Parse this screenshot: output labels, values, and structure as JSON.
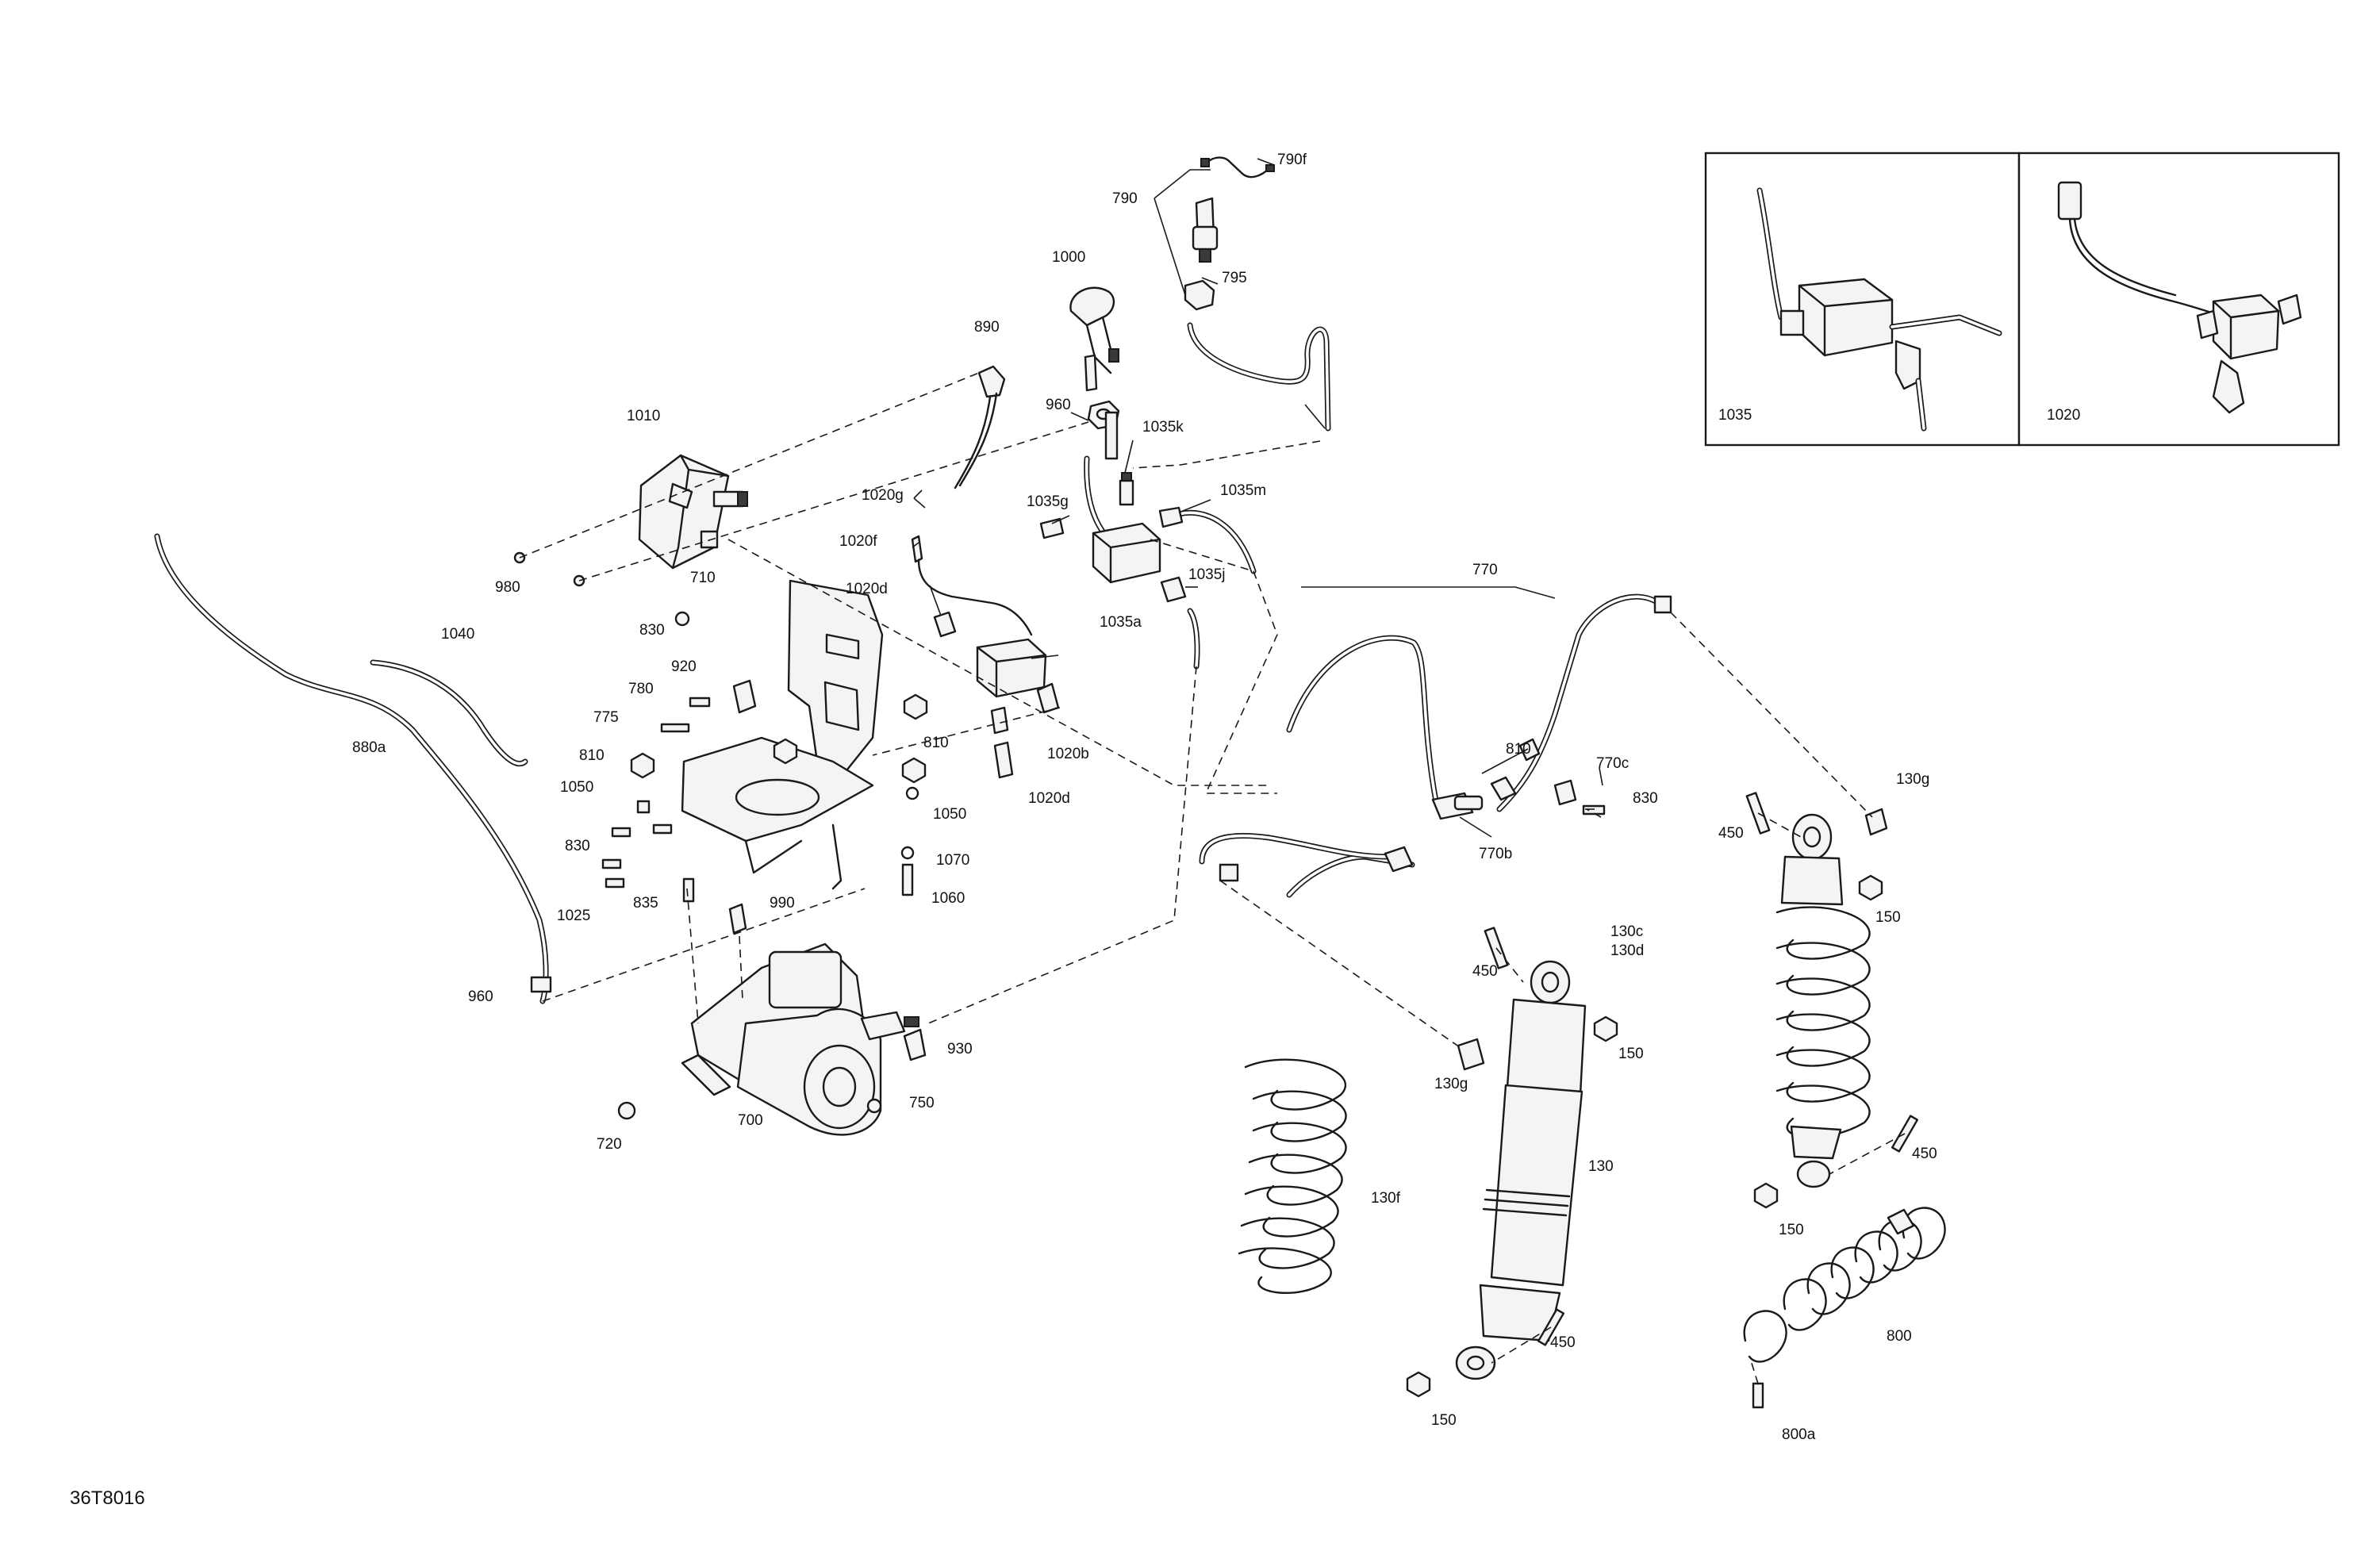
{
  "diagram_code": "36T8016",
  "inset_labels": {
    "left": "1035",
    "right": "1020"
  },
  "callouts": {
    "c790f": "790f",
    "c790": "790",
    "c795": "795",
    "c1000": "1000",
    "c890": "890",
    "c960a": "960",
    "c1035k": "1035k",
    "c1010": "1010",
    "c1020g": "1020g",
    "c1035g": "1035g",
    "c1035m": "1035m",
    "c1020f": "1020f",
    "c980": "980",
    "c1020d_a": "1020d",
    "c1035j": "1035j",
    "c710": "710",
    "c1035a": "1035a",
    "c830a": "830",
    "c1040": "1040",
    "c920": "920",
    "c780": "780",
    "c775": "775",
    "c810a": "810",
    "c810b": "810",
    "c880a": "880a",
    "c1020b": "1020b",
    "c1050a": "1050",
    "c1020d_b": "1020d",
    "c1050b": "1050",
    "c830b": "830",
    "c1070": "1070",
    "c1060": "1060",
    "c1025": "1025",
    "c835": "835",
    "c990": "990",
    "c960b": "960",
    "c930": "930",
    "c750": "750",
    "c720": "720",
    "c700": "700",
    "c770": "770",
    "c810c": "810",
    "c770c": "770c",
    "c830c": "830",
    "c770b": "770b",
    "c130g_a": "130g",
    "c450a": "450",
    "c150a": "150",
    "c450b": "450",
    "c130c": "130c",
    "c130d": "130d",
    "c150b": "150",
    "c130g_b": "130g",
    "c130": "130",
    "c130f": "130f",
    "c450c": "450",
    "c150c": "150",
    "c450d": "450",
    "c150d": "150",
    "c800": "800",
    "c800a": "800a"
  }
}
